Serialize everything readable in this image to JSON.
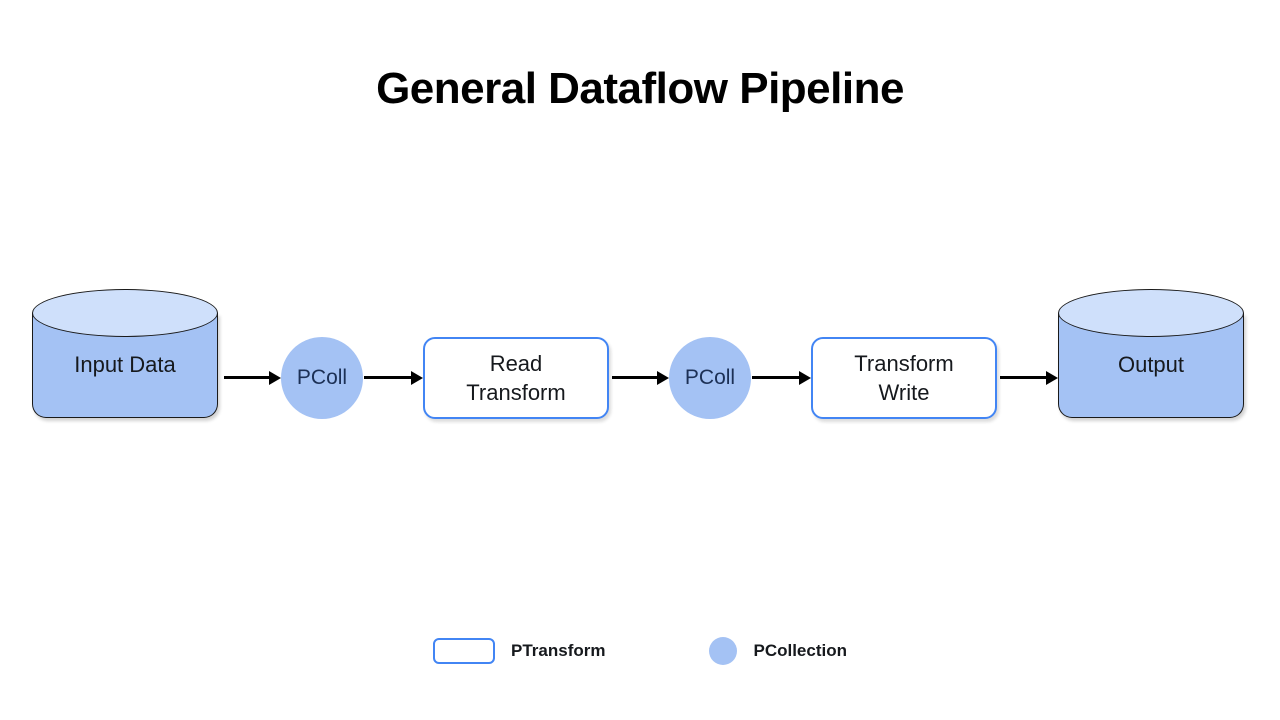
{
  "title": "General Dataflow Pipeline",
  "colors": {
    "cylinder_body": "#a4c2f4",
    "cylinder_top": "#cfe0fb",
    "pcollection_fill": "#a4c2f4",
    "ptransform_border": "#4285f4",
    "ptransform_fill": "#ffffff",
    "arrow": "#000000",
    "text": "#16191d",
    "pcoll_text": "#1c3055",
    "background": "#ffffff"
  },
  "pipeline": {
    "nodes": [
      {
        "id": "input-data",
        "type": "cylinder",
        "label": "Input Data"
      },
      {
        "id": "pcoll-1",
        "type": "pcollection",
        "label": "PColl"
      },
      {
        "id": "read-transform",
        "type": "ptransform",
        "label": "Read\nTransform"
      },
      {
        "id": "pcoll-2",
        "type": "pcollection",
        "label": "PColl"
      },
      {
        "id": "write-transform",
        "type": "ptransform",
        "label": "Transform\nWrite"
      },
      {
        "id": "output-data",
        "type": "cylinder",
        "label": "Output"
      }
    ],
    "edges": [
      {
        "from": "input-data",
        "to": "pcoll-1",
        "style": "arrow"
      },
      {
        "from": "pcoll-1",
        "to": "read-transform",
        "style": "arrow"
      },
      {
        "from": "read-transform",
        "to": "pcoll-2",
        "style": "arrow"
      },
      {
        "from": "pcoll-2",
        "to": "write-transform",
        "style": "arrow"
      },
      {
        "from": "write-transform",
        "to": "output-data",
        "style": "arrow"
      }
    ]
  },
  "legend": {
    "items": [
      {
        "swatch": "rounded-rect-outline",
        "label": "PTransform"
      },
      {
        "swatch": "filled-circle",
        "label": "PCollection"
      }
    ]
  }
}
